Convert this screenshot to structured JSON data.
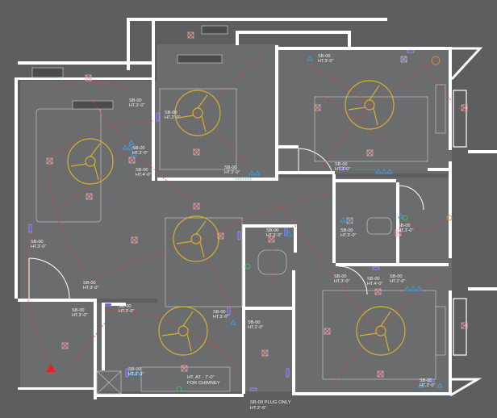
{
  "colors": {
    "background": "#5d5e60",
    "floor": "#6b6c6e",
    "wall": "#ffffff",
    "wiring": "#e0403a",
    "fan": "#d4b22a",
    "light": "#f0a0a0",
    "switch_board": "#6a5ad0",
    "socket": "#39a0e0",
    "alert": "#e82020"
  },
  "icons": {
    "fan": "ceiling-fan-icon",
    "light": "ceiling-light-icon",
    "socket": "socket-triangle-icon",
    "switch": "switch-board-icon",
    "warning": "warning-triangle-icon"
  },
  "labels": {
    "sb_bed2": [
      "SB-00",
      "HT.3'-0\""
    ],
    "sb_bed2b": [
      "SB-00",
      "HT.2'-0\""
    ],
    "sb_bed2c": [
      "SB-00",
      "HT.4'-0\""
    ],
    "sb_bed2d": [
      "SB-00",
      "HT.2'-0\""
    ],
    "sb_top_right": [
      "SB-00",
      "HT.3'-0\""
    ],
    "sb_living_left": [
      "SB-00",
      "HT.3'-0\""
    ],
    "sb_mid": [
      "SB-00",
      "HT.3'-0\""
    ],
    "sb_corridor": [
      "SB-00",
      "HT.3'-0\""
    ],
    "sb_right_mid": [
      "SB-00",
      "HT.3'-0\""
    ],
    "sb_right_mid2": [
      "SB-00",
      "HT.3'-0\""
    ],
    "sb_left_low": [
      "SB-00",
      "HT.3'-0\""
    ],
    "sb_left_low2": [
      "SB-00",
      "HT.3'-0\""
    ],
    "sb_entry": [
      "SB-00",
      "HT.3'-0\""
    ],
    "sb_kitchen": [
      "SB-00",
      "HT.3'-0\""
    ],
    "sb_kitchen2": [
      "SB-00",
      "HT.2'-0\""
    ],
    "sb_bath": [
      "SB-00",
      "HT.3'-0\""
    ],
    "sb_right_bed": [
      "SB-00",
      "HT.3'-0\""
    ],
    "sb_right_bed2": [
      "SB-00",
      "HT.4'-0\""
    ],
    "sb_right_bed3": [
      "SB-00",
      "HT.2'-0\""
    ],
    "sb_utility": [
      "SB-00",
      "HT.2'-3\""
    ],
    "sb_bottom_right": [
      "SB-00",
      "HT.3'-0\""
    ],
    "chimney_note": [
      "HT. AT - 7'-0\"",
      "FOR CHIMNEY"
    ],
    "plug_note": [
      "SB-00 PLUG ONLY",
      "HT.2'-6\""
    ]
  }
}
